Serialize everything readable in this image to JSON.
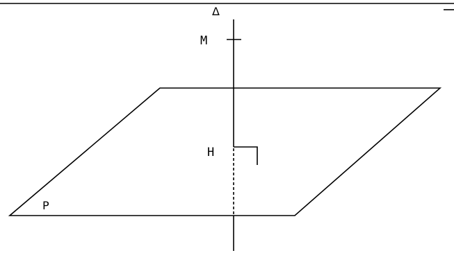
{
  "labels": {
    "line": "Δ",
    "point_m": "M",
    "point_h": "H",
    "plane": "P"
  }
}
